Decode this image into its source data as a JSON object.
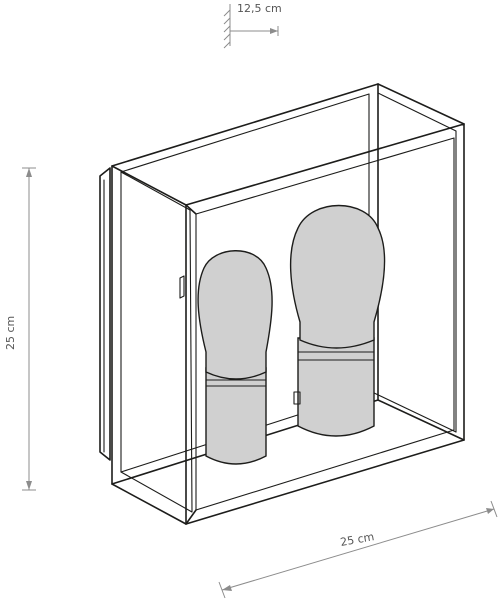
{
  "dimensions": {
    "depth": "12,5 cm",
    "height": "25 cm",
    "width": "25 cm"
  },
  "colors": {
    "line": "#1d1d1b",
    "bulb_fill": "#d0d0d0",
    "dimension": "#8c8c8c"
  }
}
